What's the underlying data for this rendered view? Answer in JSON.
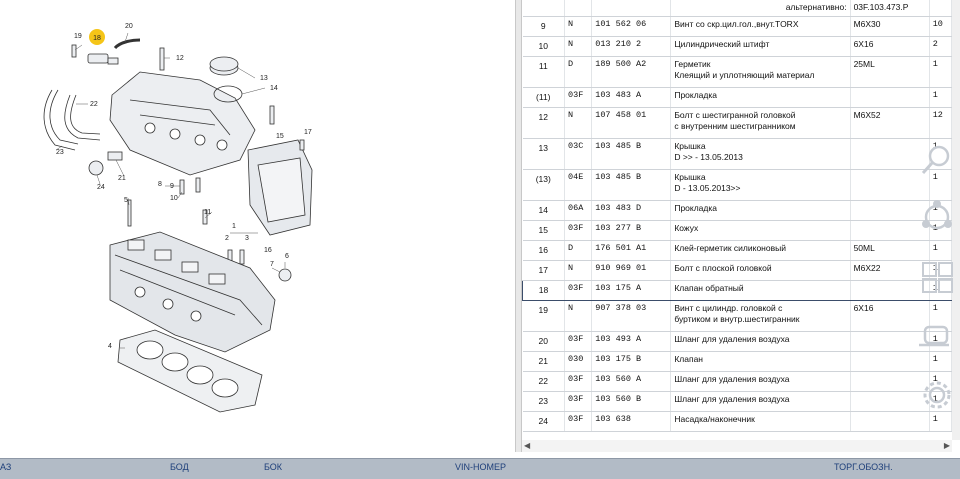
{
  "parts_table": {
    "top_partial": {
      "label": "альтернативно:",
      "value": "03F.103.473.P"
    },
    "rows": [
      {
        "pos": "9",
        "code": "N",
        "part": "101 562 06",
        "desc": "Винт со скр.цил.гол.,внут.TORX",
        "note": "M6X30",
        "qty": "10"
      },
      {
        "pos": "10",
        "code": "N",
        "part": "013 210 2",
        "desc": "Цилиндрический штифт",
        "note": "6X16",
        "qty": "2"
      },
      {
        "pos": "11",
        "code": "D",
        "part": "189 500 A2",
        "desc": "Герметик\nКлеящий и уплотняющий материал",
        "note": "25ML",
        "qty": "1"
      },
      {
        "pos": "(11)",
        "code": "03F",
        "part": "103 483 A",
        "desc": "Прокладка",
        "note": "",
        "qty": "1"
      },
      {
        "pos": "12",
        "code": "N",
        "part": "107 458 01",
        "desc": "Болт с шестигранной головкой\nс внутренним шестигранником",
        "note": "M6X52",
        "qty": "12"
      },
      {
        "pos": "13",
        "code": "03C",
        "part": "103 485 B",
        "desc": "Крышка\nD            >> - 13.05.2013",
        "note": "",
        "qty": "1"
      },
      {
        "pos": "(13)",
        "code": "04E",
        "part": "103 485 B",
        "desc": "Крышка\nD - 13.05.2013>>",
        "note": "",
        "qty": "1"
      },
      {
        "pos": "14",
        "code": "06A",
        "part": "103 483 D",
        "desc": "Прокладка",
        "note": "",
        "qty": "1"
      },
      {
        "pos": "15",
        "code": "03F",
        "part": "103 277 B",
        "desc": "Кожух",
        "note": "",
        "qty": "1"
      },
      {
        "pos": "16",
        "code": "D",
        "part": "176 501 A1",
        "desc": "Клей-герметик силиконовый",
        "note": "50ML",
        "qty": "1"
      },
      {
        "pos": "17",
        "code": "N",
        "part": "910 969 01",
        "desc": "Болт с плоской головкой",
        "note": "M6X22",
        "qty": "1"
      },
      {
        "pos": "18",
        "code": "03F",
        "part": "103 175 A",
        "desc": "Клапан обратный",
        "note": "",
        "qty": "1"
      },
      {
        "pos": "19",
        "code": "N",
        "part": "907 378 03",
        "desc": "Винт с цилиндр. головкой с\nбуртиком и внутр.шестигранник",
        "note": "6X16",
        "qty": "1"
      },
      {
        "pos": "20",
        "code": "03F",
        "part": "103 493 A",
        "desc": "Шланг для удаления воздуха",
        "note": "",
        "qty": "1"
      },
      {
        "pos": "21",
        "code": "030",
        "part": "103 175 B",
        "desc": "Клапан",
        "note": "",
        "qty": "1"
      },
      {
        "pos": "22",
        "code": "03F",
        "part": "103 560 A",
        "desc": "Шланг для удаления воздуха",
        "note": "",
        "qty": "1"
      },
      {
        "pos": "23",
        "code": "03F",
        "part": "103 560 B",
        "desc": "Шланг для удаления воздуха",
        "note": "",
        "qty": "1"
      },
      {
        "pos": "24",
        "code": "03F",
        "part": "103 638",
        "desc": "Насадка/наконечник",
        "note": "",
        "qty": "1"
      }
    ],
    "selected_pos": "18"
  },
  "diagram": {
    "highlight_label": "18",
    "highlight_color": "#f5c518",
    "labels": [
      "1",
      "2",
      "3",
      "4",
      "5",
      "6",
      "7",
      "8",
      "9",
      "10",
      "11",
      "12",
      "13",
      "14",
      "15",
      "16",
      "17",
      "19",
      "20",
      "21",
      "22",
      "23",
      "24"
    ]
  },
  "side_icons": [
    "search-icon",
    "network-icon",
    "windows-icon",
    "link-icon",
    "settings-icon"
  ],
  "bottom_bar": {
    "a3_label": "АЗ",
    "bod_label": "БОД",
    "bok_label": "БОК",
    "vin_label": "VIN-НОМЕР",
    "torg_label": "ТОРГ.ОБОЗН."
  },
  "colors": {
    "bottom_bar_bg": "#b2bbc6",
    "link_text": "#1e3f7a",
    "selected_row_border": "#3b4d6a"
  }
}
